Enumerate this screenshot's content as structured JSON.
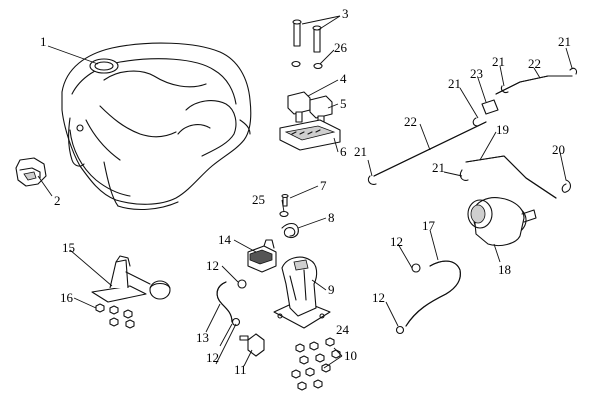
{
  "diagram": {
    "callouts": [
      {
        "id": "c1",
        "label": "1"
      },
      {
        "id": "c2",
        "label": "2"
      },
      {
        "id": "c3",
        "label": "3"
      },
      {
        "id": "c4",
        "label": "4"
      },
      {
        "id": "c5",
        "label": "5"
      },
      {
        "id": "c6",
        "label": "6"
      },
      {
        "id": "c7",
        "label": "7"
      },
      {
        "id": "c8",
        "label": "8"
      },
      {
        "id": "c9",
        "label": "9"
      },
      {
        "id": "c10",
        "label": "10"
      },
      {
        "id": "c11",
        "label": "11"
      },
      {
        "id": "c12a",
        "label": "12"
      },
      {
        "id": "c12b",
        "label": "12"
      },
      {
        "id": "c12c",
        "label": "12"
      },
      {
        "id": "c12d",
        "label": "12"
      },
      {
        "id": "c13",
        "label": "13"
      },
      {
        "id": "c14",
        "label": "14"
      },
      {
        "id": "c15",
        "label": "15"
      },
      {
        "id": "c16",
        "label": "16"
      },
      {
        "id": "c17",
        "label": "17"
      },
      {
        "id": "c18",
        "label": "18"
      },
      {
        "id": "c19",
        "label": "19"
      },
      {
        "id": "c20",
        "label": "20"
      },
      {
        "id": "c21a",
        "label": "21"
      },
      {
        "id": "c21b",
        "label": "21"
      },
      {
        "id": "c21c",
        "label": "21"
      },
      {
        "id": "c21d",
        "label": "21"
      },
      {
        "id": "c21e",
        "label": "21"
      },
      {
        "id": "c22a",
        "label": "22"
      },
      {
        "id": "c22b",
        "label": "22"
      },
      {
        "id": "c23",
        "label": "23"
      },
      {
        "id": "c24",
        "label": "24"
      },
      {
        "id": "c25",
        "label": "25"
      },
      {
        "id": "c26",
        "label": "26"
      }
    ]
  }
}
